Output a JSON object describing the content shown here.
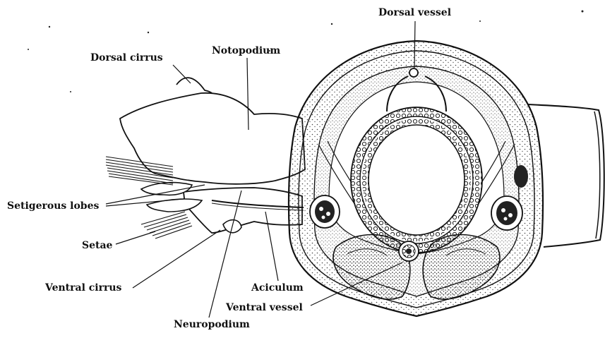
{
  "diagram": {
    "labels": {
      "dorsal_vessel": "Dorsal vessel",
      "dorsal_cirrus": "Dorsal cirrus",
      "notopodium": "Notopodium",
      "setigerous_lobes": "Setigerous lobes",
      "setae": "Setae",
      "ventral_cirrus": "Ventral cirrus",
      "aciculum": "Aciculum",
      "ventral_vessel": "Ventral vessel",
      "neuropodium": "Neuropodium"
    },
    "colors": {
      "ink": "#111111",
      "paper": "#ffffff",
      "stipple": "#555555"
    }
  }
}
